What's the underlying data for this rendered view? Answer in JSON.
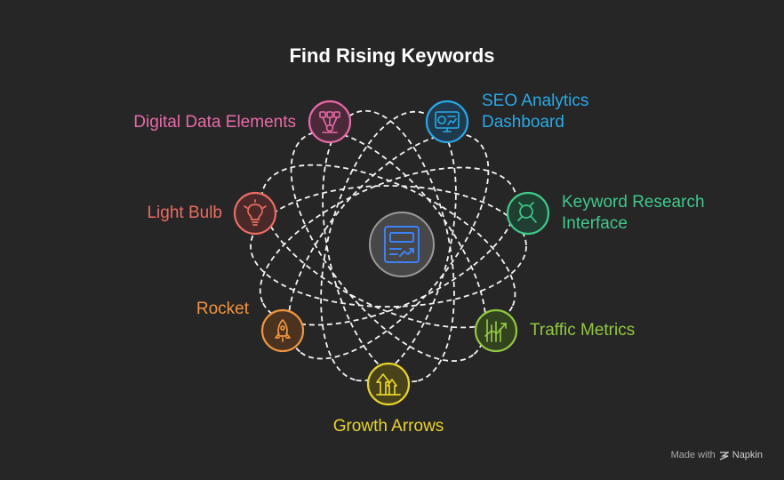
{
  "title": "Find Rising Keywords",
  "nodes": [
    {
      "id": "digital",
      "label": "Digital Data Elements",
      "color": "#e86aa8",
      "icon": "data-nodes-icon"
    },
    {
      "id": "seo",
      "label_lines": [
        "SEO Analytics",
        "Dashboard"
      ],
      "color": "#29a9e6",
      "icon": "monitor-analytics-icon"
    },
    {
      "id": "keyword",
      "label_lines": [
        "Keyword Research",
        "Interface"
      ],
      "color": "#3ec98a",
      "icon": "magnifier-icon"
    },
    {
      "id": "traffic",
      "label": "Traffic Metrics",
      "color": "#92c83e",
      "icon": "trend-chart-icon"
    },
    {
      "id": "growth",
      "label": "Growth Arrows",
      "color": "#e8d428",
      "icon": "growth-arrows-icon"
    },
    {
      "id": "rocket",
      "label": "Rocket",
      "color": "#f0953c",
      "icon": "rocket-icon"
    },
    {
      "id": "bulb",
      "label": "Light Bulb",
      "color": "#ec6b63",
      "icon": "light-bulb-icon"
    }
  ],
  "center": {
    "icon": "dashboard-card-icon",
    "color": "#3b82f6"
  },
  "watermark": {
    "prefix": "Made with",
    "brand": "Napkin"
  }
}
